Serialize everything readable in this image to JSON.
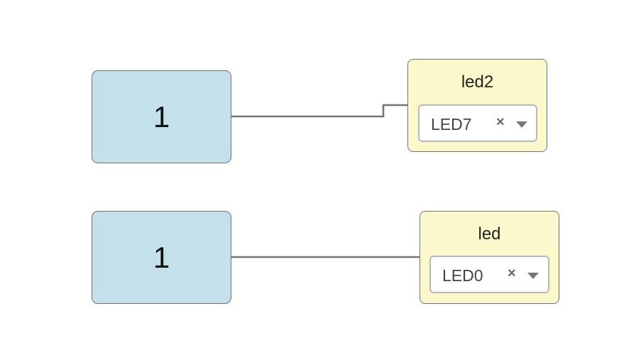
{
  "diagram": {
    "connections": [
      {
        "source": {
          "label": "1"
        },
        "sink": {
          "title": "led2",
          "dropdown": {
            "value": "LED7",
            "clear_icon": "close-icon",
            "arrow_icon": "chevron-down-icon"
          }
        }
      },
      {
        "source": {
          "label": "1"
        },
        "sink": {
          "title": "led",
          "dropdown": {
            "value": "LED0",
            "clear_icon": "close-icon",
            "arrow_icon": "chevron-down-icon"
          }
        }
      }
    ]
  }
}
